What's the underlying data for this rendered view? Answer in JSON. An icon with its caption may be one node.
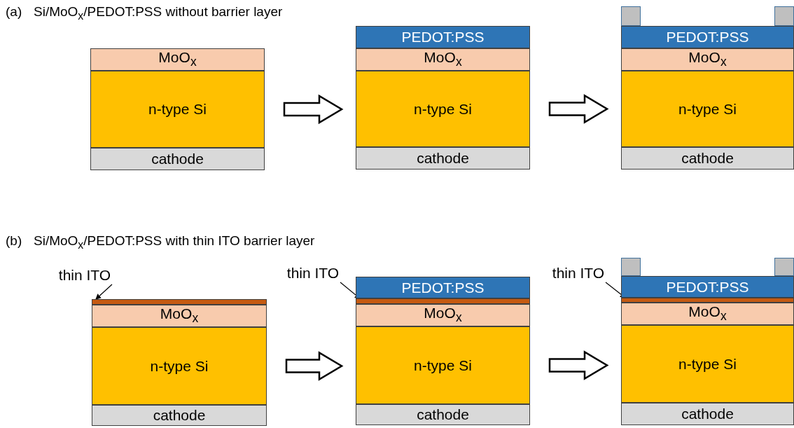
{
  "diagram": {
    "nodes": [
      {
        "text": [
          "MoO$_{x}$"
        ]
      },
      {
        "text": [
          "n-type Si"
        ]
      },
      {
        "text": [
          "cathode"
        ]
      },
      {
        "text": [
          "PEDOT:PSS"
        ]
      },
      {
        "text": [
          "MoO$_{x}$"
        ]
      },
      {
        "text": [
          "n-type Si"
        ]
      },
      {
        "text": [
          "cathode"
        ]
      },
      {
        "text": [],
        "shape": "bar"
      },
      {
        "text": [],
        "shape": "bar"
      },
      {
        "text": [
          "PEDOT:PSS"
        ]
      },
      {
        "text": [
          "MoO$_{x}$"
        ]
      },
      {
        "text": [
          "n-type Si"
        ]
      },
      {
        "text": [
          "cathode"
        ]
      },
      {
        "text": [
          "thin ITO"
        ]
      },
      {
        "text": [],
        "shape": "bar"
      },
      {
        "text": [
          "MoO$_{x}$"
        ]
      },
      {
        "text": [
          "n-type Si"
        ]
      },
      {
        "text": [
          "cathode"
        ]
      },
      {
        "text": [
          "thin ITO"
        ]
      },
      {
        "text": [
          "PEDOT:PSS"
        ]
      },
      {
        "text": [],
        "shape": "bar"
      },
      {
        "text": [
          "MoO$_{x}$"
        ]
      },
      {
        "text": [
          "n-type Si"
        ]
      },
      {
        "text": [
          "cathode"
        ]
      },
      {
        "text": [
          "thin ITO"
        ]
      },
      {
        "text": [],
        "shape": "bar"
      },
      {
        "text": [],
        "shape": "bar"
      },
      {
        "text": [
          "PEDOT:PSS"
        ]
      },
      {
        "text": [],
        "shape": "bar"
      },
      {
        "text": [
          "MoO$_{x}$"
        ]
      },
      {
        "text": [
          "n-type Si"
        ]
      },
      {
        "text": [
          "cathode"
        ]
      }
    ],
    "edges": [
      {
        "from": 1,
        "to": 5,
        "arrow": "to"
      },
      {
        "from": 5,
        "to": 11,
        "arrow": "to"
      },
      {
        "from": 16,
        "to": 22,
        "arrow": "to"
      },
      {
        "from": 22,
        "to": 30,
        "arrow": "to"
      },
      {
        "from": 13,
        "to": 14,
        "arrow": "to"
      },
      {
        "from": 18,
        "to": 20,
        "arrow": "to"
      },
      {
        "from": 24,
        "to": 28,
        "arrow": "to"
      }
    ],
    "labels": [
      "(a)",
      "Si/MoO$_{x}$/PEDOT:PSS without barrier layer",
      "(b)",
      "Si/MoO$_{x}$/PEDOT:PSS with thin ITO barrier layer"
    ]
  }
}
